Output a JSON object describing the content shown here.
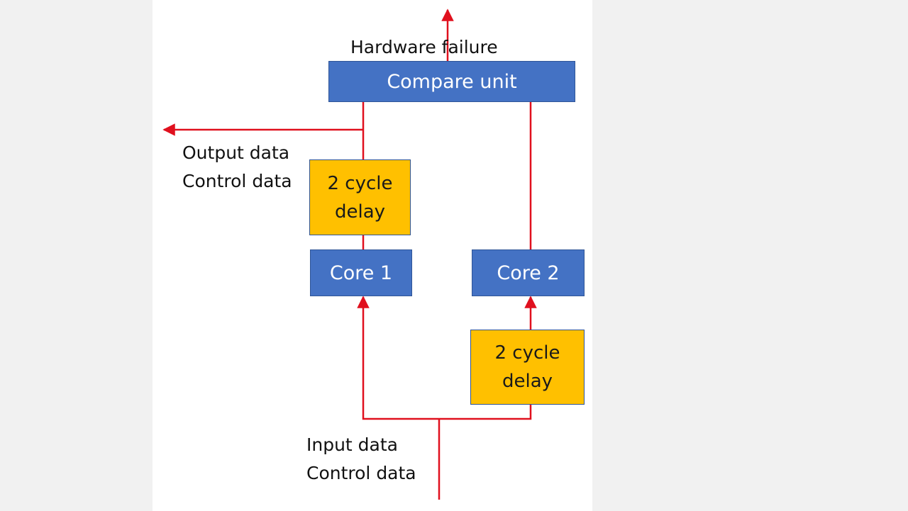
{
  "diagram": {
    "compare_unit": "Compare unit",
    "hardware_failure": "Hardware failure",
    "output_label": {
      "line1": "Output data",
      "line2": "Control data"
    },
    "input_label": {
      "line1": "Input data",
      "line2": "Control data"
    },
    "core1": "Core 1",
    "core2": "Core 2",
    "delay_top": {
      "line1": "2 cycle",
      "line2": "delay"
    },
    "delay_bottom": {
      "line1": "2 cycle",
      "line2": "delay"
    }
  },
  "colors": {
    "block_blue": "#4472c4",
    "block_yellow": "#ffc000",
    "signal_red": "#e0101e"
  }
}
